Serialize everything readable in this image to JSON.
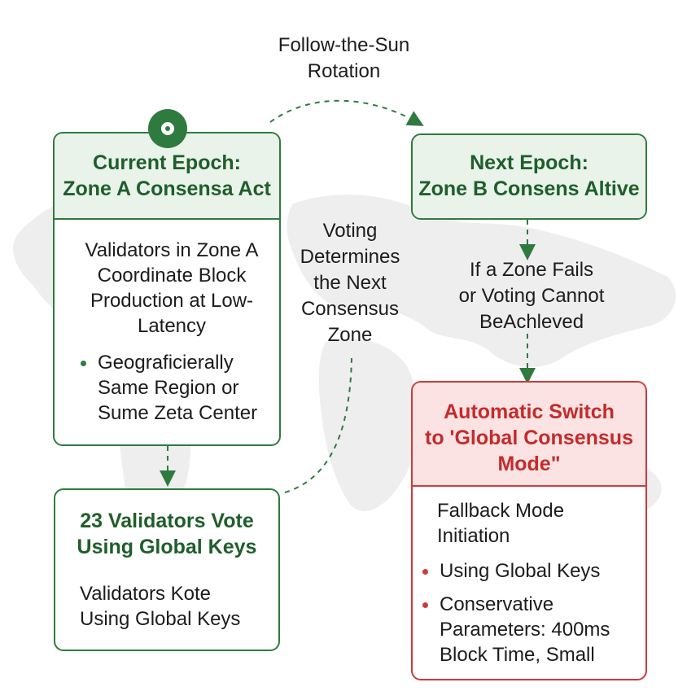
{
  "title": "Follow-the-Sun\nRotation",
  "current_epoch": {
    "heading": "Current Epoch:\nZone A Consensa Act",
    "body": "Validators in Zone A Coordinate Block Production at Low-Latency",
    "bullet": "Geograficierally Same Region or Sume Zeta Center"
  },
  "next_epoch": {
    "heading": "Next Epoch:\nZone B Consens Altive"
  },
  "voting_label": "Voting\nDetermines\nthe Next\nConsensus\nZone",
  "fail_label": "If a Zone Fails\nor Voting Cannot\nBeAchleved",
  "vote_box": {
    "heading": "23 Validators Vote\nUsing Global Keys",
    "body": "Validators Kote\nUsing Global Keys"
  },
  "switch_box": {
    "heading": "Automatic Switch\nto 'Global Consensus\nMode\"",
    "body": "Fallback Mode\nInitiation",
    "bullets": [
      "Using Global Keys",
      "Conservative\nParameters:  400ms\nBlock Time, Small"
    ]
  },
  "colors": {
    "green": "#2f7a3e",
    "red": "#cf3a3a",
    "green_fill": "#e9f3ea",
    "red_fill": "#fbe3e3"
  },
  "icons": {
    "badge": "target-icon"
  }
}
